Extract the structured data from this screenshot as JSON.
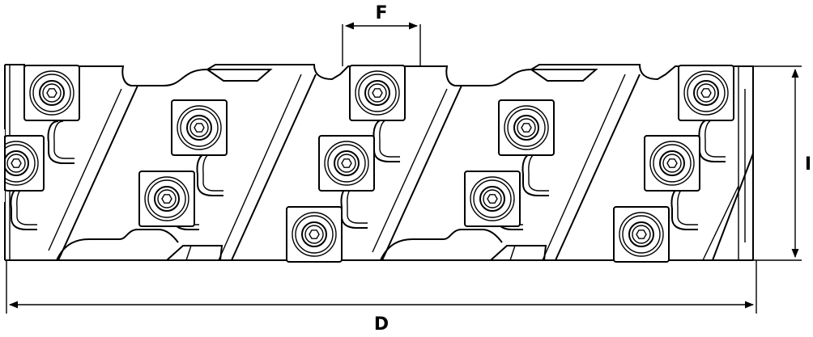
{
  "diagram": {
    "dimensions": {
      "top_label": "F",
      "bottom_label": "D",
      "right_label": "I"
    },
    "line_color": "#000000",
    "background": "#ffffff",
    "insert_icon": "insert-with-hex-screw-icon"
  }
}
